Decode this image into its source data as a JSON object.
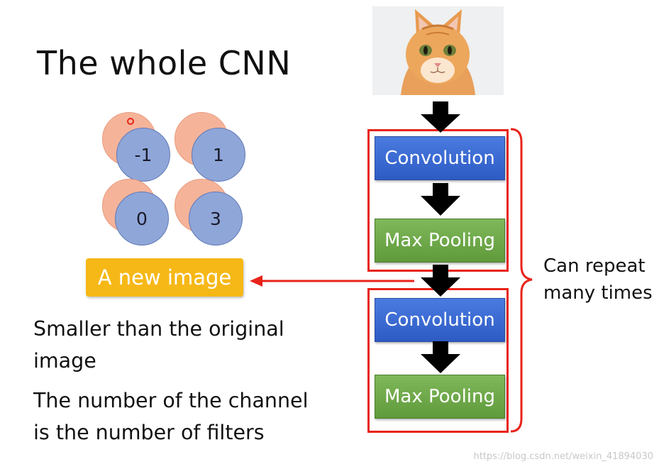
{
  "title": "The whole CNN",
  "values": [
    "-1",
    "1",
    "0",
    "3"
  ],
  "new_image_label": "A new image",
  "notes": [
    "Smaller than the original",
    "image",
    "The number of the channel",
    "is the number of filters"
  ],
  "pipeline": {
    "conv1": "Convolution",
    "pool1": "Max Pooling",
    "conv2": "Convolution",
    "pool2": "Max Pooling"
  },
  "repeat_label": [
    "Can repeat",
    "many times"
  ],
  "watermark": "https://blog.csdn.net/weixin_41894030",
  "colors": {
    "convolution": "#3a6bd6",
    "max_pooling": "#6fab4a",
    "new_image": "#f6b817",
    "highlight": "#e8231a"
  }
}
